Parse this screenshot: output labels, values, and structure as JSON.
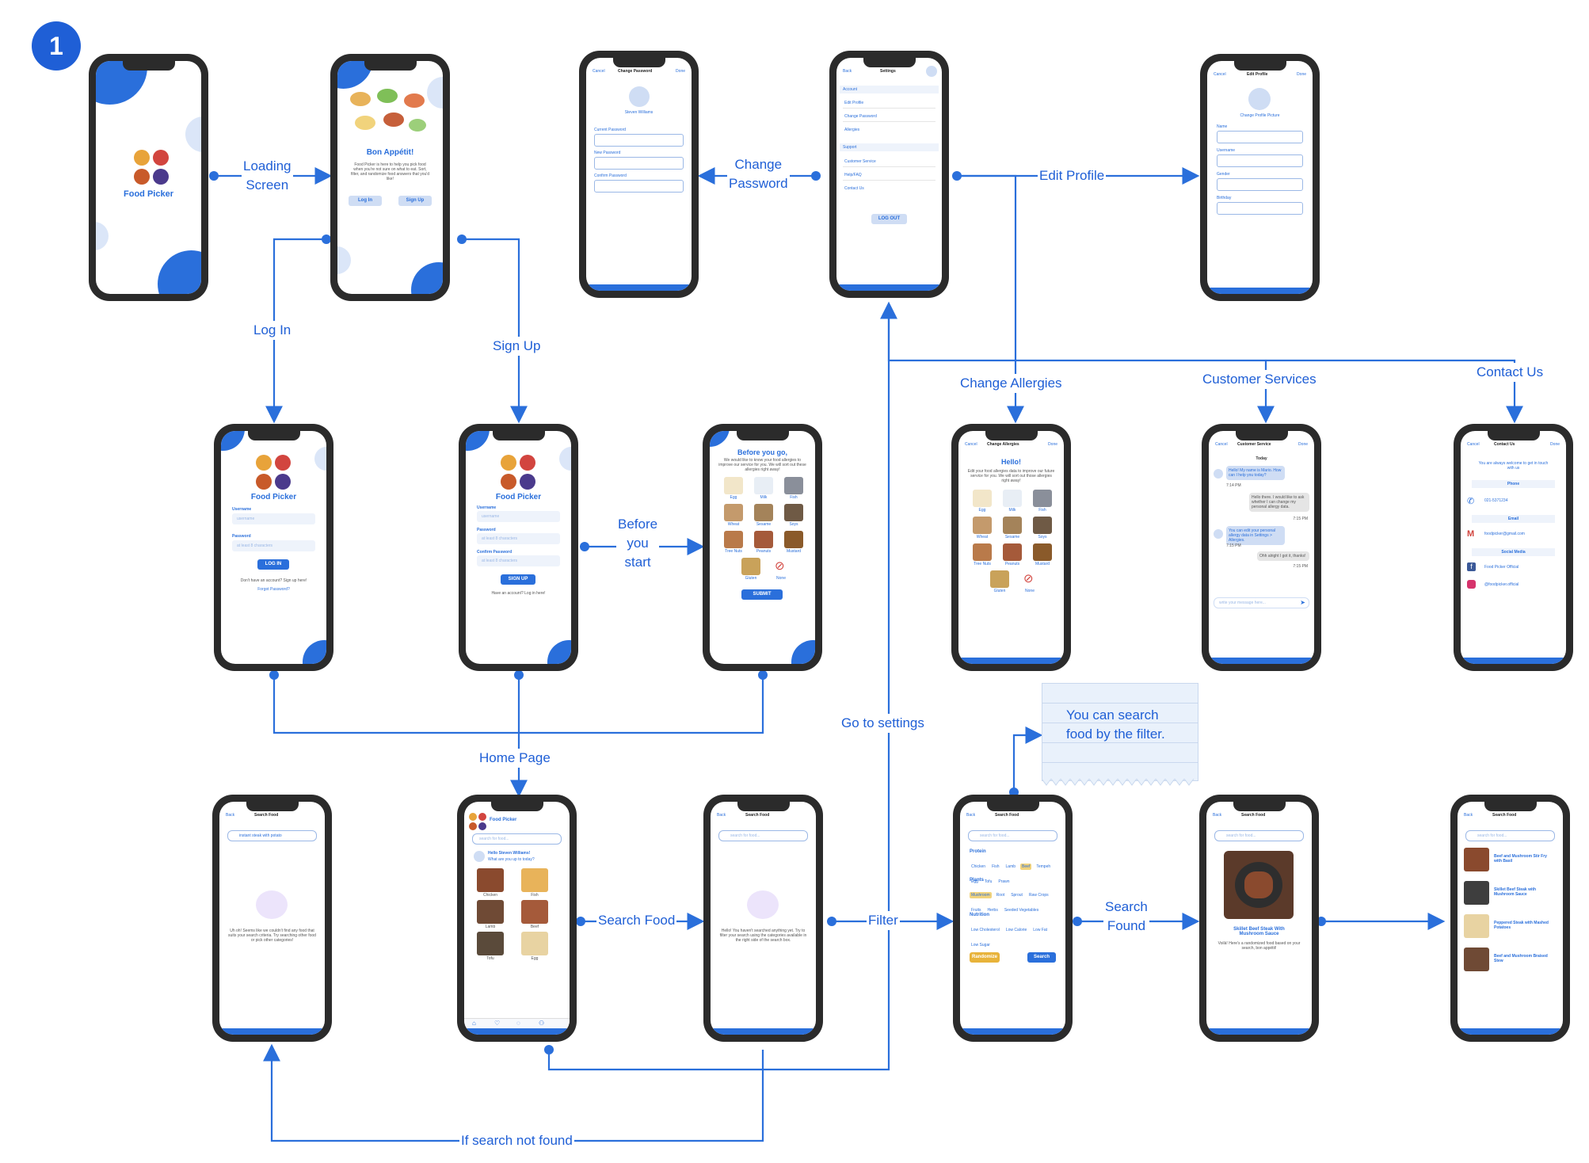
{
  "badge": "1",
  "colors": {
    "accent": "#2a6fdb",
    "label": "#1f5fd6",
    "note": "#e9f1fb"
  },
  "flow_labels": {
    "loading_screen": "Loading\nScreen",
    "log_in": "Log In",
    "sign_up": "Sign Up",
    "change_password": "Change\nPassword",
    "edit_profile": "Edit Profile",
    "change_allergies": "Change Allergies",
    "customer_services": "Customer Services",
    "contact_us": "Contact Us",
    "before_you_start": "Before\nyou\nstart",
    "home_page": "Home Page",
    "go_to_settings": "Go to settings",
    "search_food": "Search Food",
    "filter": "Filter",
    "search_found": "Search\nFound",
    "if_search_not_found": "If search not found"
  },
  "note": "You can search\nfood by the filter.",
  "screens": {
    "splash": {
      "app_name": "Food Picker"
    },
    "welcome": {
      "title": "Bon Appétit!",
      "desc": "Food Picker is here to help you pick food when you're not sure on what to eat. Sort, filter, and randomize food answers that you'd like!",
      "login": "Log In",
      "signup": "Sign Up"
    },
    "change_password": {
      "cancel": "Cancel",
      "title": "Change Password",
      "done": "Done",
      "name": "Steven Williams",
      "f1": "Current Password",
      "f2": "New Password",
      "f3": "Confirm Password"
    },
    "settings": {
      "back": "Back",
      "title": "Settings",
      "account": "Account",
      "edit_profile": "Edit Profile",
      "change_password": "Change Password",
      "allergies": "Allergies",
      "support": "Support",
      "customer_service": "Customer Service",
      "help": "Help/FAQ",
      "contact": "Contact Us",
      "logout": "LOG OUT"
    },
    "edit_profile": {
      "cancel": "Cancel",
      "title": "Edit Profile",
      "done": "Done",
      "change_pic": "Change Profile Picture",
      "f1": "Name",
      "f2": "Username",
      "f3": "Gender",
      "f4": "Birthday"
    },
    "login": {
      "app_name": "Food Picker",
      "username": "Username",
      "username_ph": "username",
      "password": "Password",
      "password_ph": "at least 8 characters",
      "button": "LOG IN",
      "no_account": "Don't have an account? Sign up here!",
      "forgot": "Forgot Password?"
    },
    "signup": {
      "app_name": "Food Picker",
      "username": "Username",
      "username_ph": "username",
      "password": "Password",
      "password_ph": "at least 8 characters",
      "confirm": "Confirm Password",
      "confirm_ph": "at least 8 characters",
      "button": "SIGN UP",
      "have_account": "Have an account? Log in here!"
    },
    "before": {
      "title": "Before you go,",
      "desc": "We would like to know your food allergies to improve our service for you. We will sort out these allergies right away!",
      "foods": [
        "Egg",
        "Milk",
        "Fish",
        "Wheat",
        "Sesame",
        "Soys",
        "Tree Nuts",
        "Peanuts",
        "Mustard",
        "Gluten",
        "None"
      ],
      "button": "SUBMIT"
    },
    "allergies": {
      "cancel": "Cancel",
      "title": "Change Allergies",
      "done": "Done",
      "hello": "Hello!",
      "desc": "Edit your food allergies data to improve our future service for you. We will sort out those allergies right away!",
      "foods": [
        "Egg",
        "Milk",
        "Fish",
        "Wheat",
        "Sesame",
        "Soys",
        "Tree Nuts",
        "Peanuts",
        "Mustard",
        "Gluten",
        "None"
      ]
    },
    "customer_service": {
      "cancel": "Cancel",
      "title": "Customer Service",
      "done": "Done",
      "today": "Today",
      "m1": "Hello! My name is Mario. How can I help you today?",
      "t1": "7:14 PM",
      "m2": "Hello there. I would like to ask whether I can change my personal allergy data.",
      "t2": "7:15 PM",
      "m3": "You can edit your personal allergy data in Settings > Allergies.",
      "t3": "7:15 PM",
      "m4": "Ohh alright I got it, thanks!",
      "t4": "7:15 PM",
      "input_ph": "write your message here..."
    },
    "contact": {
      "cancel": "Cancel",
      "title": "Contact Us",
      "done": "Done",
      "desc": "You are always welcome to get in touch with us",
      "phone": "Phone",
      "phone_v": "021-5371234",
      "email": "Email",
      "email_v": "foodpicker@gmail.com",
      "social": "Social Media",
      "fb": "Food Picker Official",
      "ig": "@foodpicker.official"
    },
    "search_none": {
      "back": "Back",
      "title": "Search Food",
      "query": "instant steak with potato",
      "msg": "Uh oh! Seems like we couldn't find any food that suits your search criteria. Try searching other food or pick other categories!"
    },
    "home": {
      "app_name": "Food Picker",
      "search_ph": "search for food...",
      "hello": "Hello Steven Williams!",
      "sub": "What are you up to today?",
      "cats": [
        "Chicken",
        "Fish",
        "Lamb",
        "Beef",
        "Tofu",
        "Egg"
      ]
    },
    "search_empty": {
      "back": "Back",
      "title": "Search Food",
      "search_ph": "search for food...",
      "msg": "Hello! You haven't searched anything yet. Try to filter your search using the categories available in the right side of the search box."
    },
    "filter": {
      "back": "Back",
      "title": "Search Food",
      "search_ph": "search for food...",
      "protein": "Protein",
      "protein_items": [
        "Chicken",
        "Fish",
        "Lamb",
        "Beef",
        "Tempeh",
        "Egg",
        "Tofu",
        "Prawn"
      ],
      "plants": "Plants",
      "plants_items": [
        "Mushroom",
        "Root",
        "Sprout",
        "Raw Crops",
        "Fruits",
        "Herbs",
        "Seeded Vegetables"
      ],
      "nutrition": "Nutrition",
      "nutrition_items": [
        "Low Cholesterol",
        "Low Calorie",
        "Low Fat",
        "Low Sugar"
      ],
      "randomize": "Randomize",
      "search": "Search"
    },
    "found": {
      "back": "Back",
      "title": "Search Food",
      "search_ph": "search for food...",
      "dish": "Skillet Beef Steak With Mushroom Sauce",
      "msg": "Voilà! Here's a randomized food based on your search, bon appétit!"
    },
    "results": {
      "back": "Back",
      "title": "Search Food",
      "search_ph": "search for food...",
      "items": [
        "Beef and Mushroom Stir Fry with Basil",
        "Skillet Beef Steak with Mushroom Sauce",
        "Peppered Steak with Mashed Potatoes",
        "Beef and Mushroom Braised Stew"
      ]
    }
  }
}
